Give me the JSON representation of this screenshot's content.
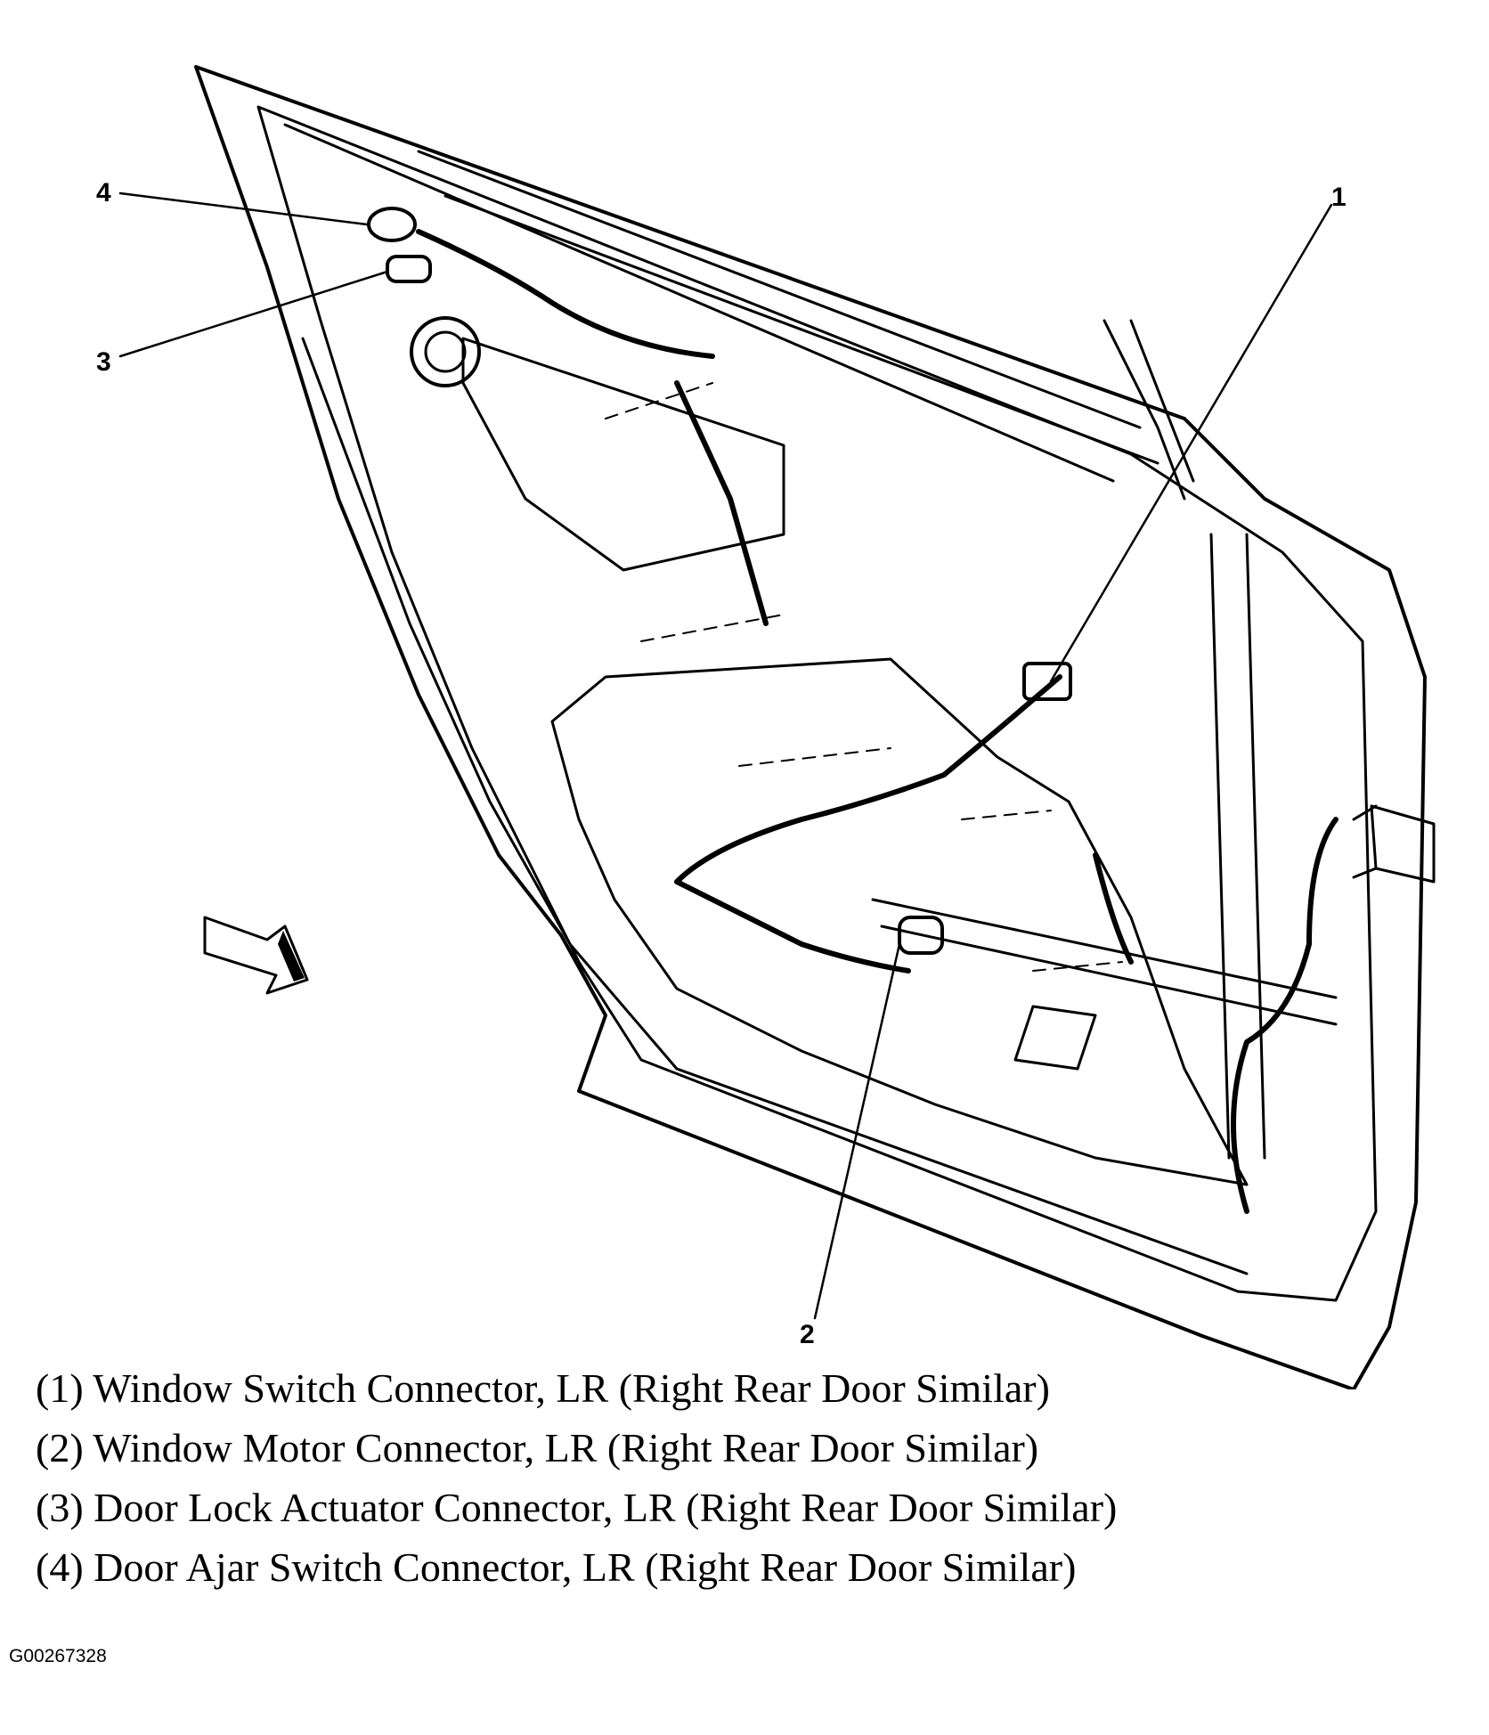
{
  "callouts": {
    "c1": "1",
    "c2": "2",
    "c3": "3",
    "c4": "4"
  },
  "legend": [
    "(1) Window Switch Connector, LR (Right Rear Door Similar)",
    "(2) Window Motor Connector, LR (Right Rear Door Similar)",
    "(3) Door Lock Actuator Connector, LR (Right Rear Door Similar)",
    "(4) Door Ajar Switch Connector, LR (Right Rear Door Similar)"
  ],
  "figure_id": "G00267328",
  "icons": {
    "direction_arrow": "arrow-icon"
  }
}
